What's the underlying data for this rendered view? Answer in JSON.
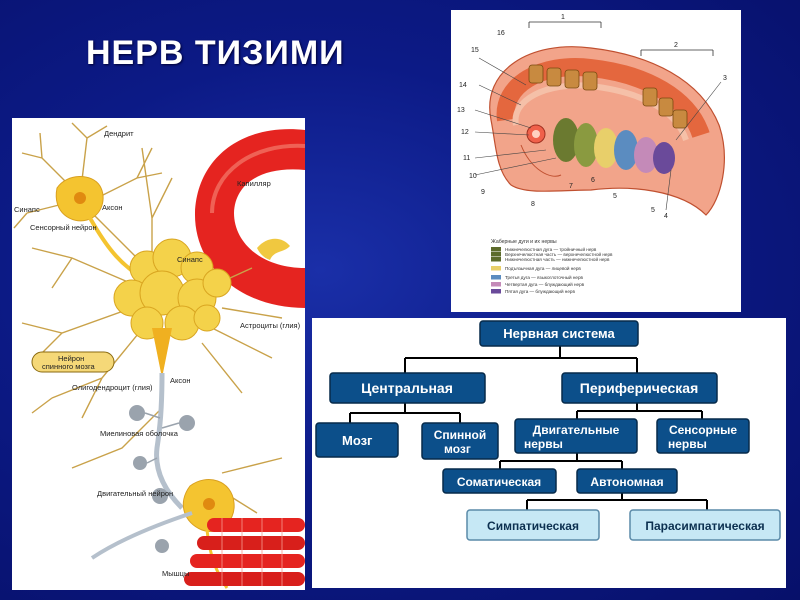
{
  "title": "НЕРВ ТИЗИМИ",
  "neuron": {
    "labels": {
      "dendrite": "Дендрит",
      "synapse1": "Синапс",
      "axon1": "Аксон",
      "sensory": "Сенсорный нейрон",
      "capillary": "Капилляр",
      "synapse2": "Синапс",
      "astrocytes": "Астроциты (глия)",
      "node_line1": "Нейрон",
      "node_line2": "спинного мозга",
      "oligodendrocyte": "Олигодендроцит (глия)",
      "axon2": "Аксон",
      "myelin": "Миелиновая оболочка",
      "motor": "Двигательный нейрон",
      "muscles": "Мышцы"
    }
  },
  "arches": {
    "numbers": [
      "1",
      "2",
      "3",
      "4",
      "5",
      "5",
      "6",
      "7",
      "8",
      "9",
      "10",
      "11",
      "12",
      "13",
      "14",
      "15",
      "16"
    ],
    "legend_title": "Жаберные дуги и их нервы",
    "legend": [
      {
        "text": "Нижнечелюстная дуга — тройничный нерв",
        "color": "#5c6b2c"
      },
      {
        "text": "Верхнечелюстная часть — верхнечелюстной нерв",
        "color": "#5c6b2c"
      },
      {
        "text": "Нижнечелюстная часть — нижнечелюстной нерв",
        "color": "#5c6b2c"
      },
      {
        "text": "Подъязычная дуга — лицевой нерв",
        "color": "#e8cf6a"
      },
      {
        "text": "Третья дуга — языкоглоточный нерв",
        "color": "#5b8cc0"
      },
      {
        "text": "Четвертая дуга — блуждающий нерв",
        "color": "#c48ab8"
      },
      {
        "text": "Пятая дуга — блуждающий нерв",
        "color": "#6a4a9a"
      }
    ]
  },
  "tree": {
    "root": "Нервная система",
    "central": "Центральная",
    "peripheral": "Периферическая",
    "brain": "Мозг",
    "spinal_line1": "Спинной",
    "spinal_line2": "мозг",
    "motor_line1": "Двигательные",
    "motor_line2": "нервы",
    "sensory_line1": "Сенсорные",
    "sensory_line2": "нервы",
    "somatic": "Соматическая",
    "autonomic": "Автономная",
    "sympathetic": "Симпатическая",
    "parasympathetic": "Парасимпатическая"
  },
  "colors": {
    "dark_box": "#0c4f8a",
    "light_box": "#c6e8f5",
    "neuron": "#f4c430",
    "capillary": "#e52420"
  }
}
